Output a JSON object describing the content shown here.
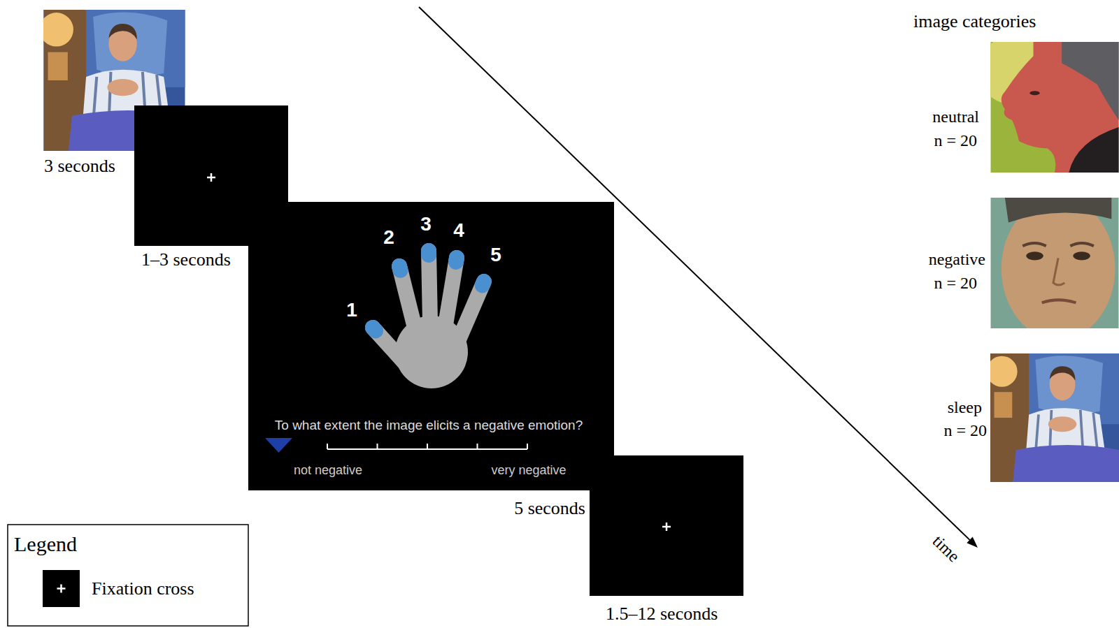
{
  "diagram": {
    "nodes": [
      {
        "text": [
          "1",
          "2",
          "3",
          "4",
          "5",
          "To what extent the image elicits a negative emotion?",
          "not negative",
          "very negative"
        ]
      }
    ],
    "labels": [
      "3 seconds",
      "1–3 seconds",
      "5 seconds",
      "1.5–12 seconds",
      "time",
      "image categories",
      "neutral",
      "n = 20",
      "negative",
      "n = 20",
      "sleep",
      "n = 20",
      "Legend"
    ],
    "legend": [
      {
        "text": "Fixation cross"
      }
    ]
  }
}
